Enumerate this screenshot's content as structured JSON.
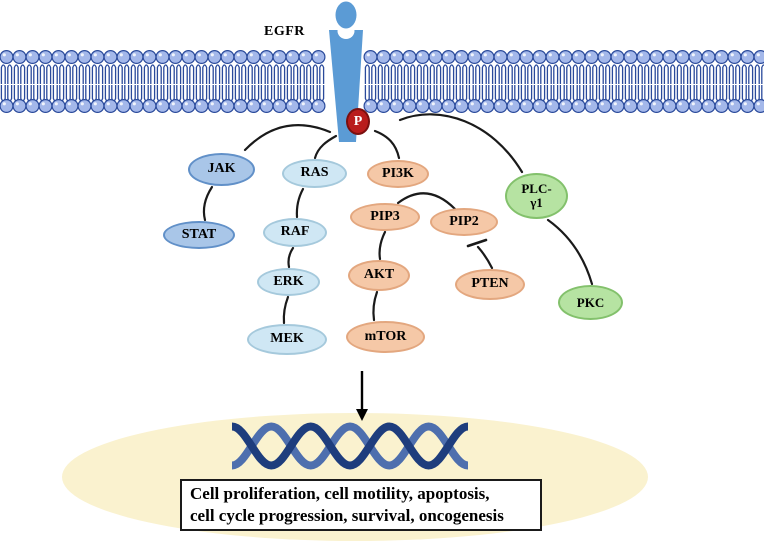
{
  "figure": {
    "egfr_label": "EGFR",
    "phospho_label": "P",
    "nodes": [
      {
        "id": "jak",
        "label": "JAK",
        "group": "blue"
      },
      {
        "id": "stat",
        "label": "STAT",
        "group": "blue"
      },
      {
        "id": "ras",
        "label": "RAS",
        "group": "light-blue"
      },
      {
        "id": "raf",
        "label": "RAF",
        "group": "light-blue"
      },
      {
        "id": "erk",
        "label": "ERK",
        "group": "light-blue"
      },
      {
        "id": "mek",
        "label": "MEK",
        "group": "light-blue"
      },
      {
        "id": "pi3k",
        "label": "PI3K",
        "group": "salmon"
      },
      {
        "id": "pip3",
        "label": "PIP3",
        "group": "salmon"
      },
      {
        "id": "pip2",
        "label": "PIP2",
        "group": "salmon"
      },
      {
        "id": "akt",
        "label": "AKT",
        "group": "salmon"
      },
      {
        "id": "mtor",
        "label": "mTOR",
        "group": "salmon"
      },
      {
        "id": "pten",
        "label": "PTEN",
        "group": "salmon"
      },
      {
        "id": "plc_gamma1",
        "label_line1": "PLC-",
        "label_line2": "γ1",
        "group": "green"
      },
      {
        "id": "pkc",
        "label": "PKC",
        "group": "green"
      }
    ],
    "edges": [
      {
        "from": "EGFR",
        "to": "JAK",
        "type": "activation"
      },
      {
        "from": "EGFR",
        "to": "RAS",
        "type": "activation"
      },
      {
        "from": "EGFR",
        "to": "PI3K",
        "type": "activation"
      },
      {
        "from": "EGFR",
        "to": "PLC-γ1",
        "type": "activation"
      },
      {
        "from": "JAK",
        "to": "STAT",
        "type": "activation"
      },
      {
        "from": "RAS",
        "to": "RAF",
        "type": "activation"
      },
      {
        "from": "RAF",
        "to": "ERK",
        "type": "activation"
      },
      {
        "from": "ERK",
        "to": "MEK",
        "type": "activation"
      },
      {
        "from": "PIP3",
        "to": "PIP2",
        "type": "conversion"
      },
      {
        "from": "PIP3",
        "to": "AKT",
        "type": "activation"
      },
      {
        "from": "AKT",
        "to": "mTOR",
        "type": "activation"
      },
      {
        "from": "PTEN",
        "to": "PIP2",
        "type": "inhibition"
      },
      {
        "from": "PLC-γ1",
        "to": "PKC",
        "type": "activation"
      }
    ],
    "outcome_box": {
      "line1": "Cell proliferation, cell motility, apoptosis,",
      "line2": "cell cycle progression, survival, oncogenesis"
    },
    "colors": {
      "receptor_blue": "#5b9bd5",
      "phospho_red": "#b91c1c",
      "phospho_border": "#7a1010",
      "membrane_head_fill": "#a4b8ea",
      "membrane_outline": "#2a4a9b",
      "node_blue_fill": "#a9c6e8",
      "node_blue_border": "#6190c8",
      "node_light_blue_fill": "#cfe7f4",
      "node_light_blue_border": "#a5c9dc",
      "node_salmon_fill": "#f5c8a7",
      "node_salmon_border": "#e3a77f",
      "node_green_fill": "#b6e3a2",
      "node_green_border": "#83c16c",
      "nucleus_fill": "#faf2cf",
      "dna_dark": "#1e3d7d",
      "dna_light": "#4e6fae",
      "connector_black": "#1a1a1a"
    }
  }
}
